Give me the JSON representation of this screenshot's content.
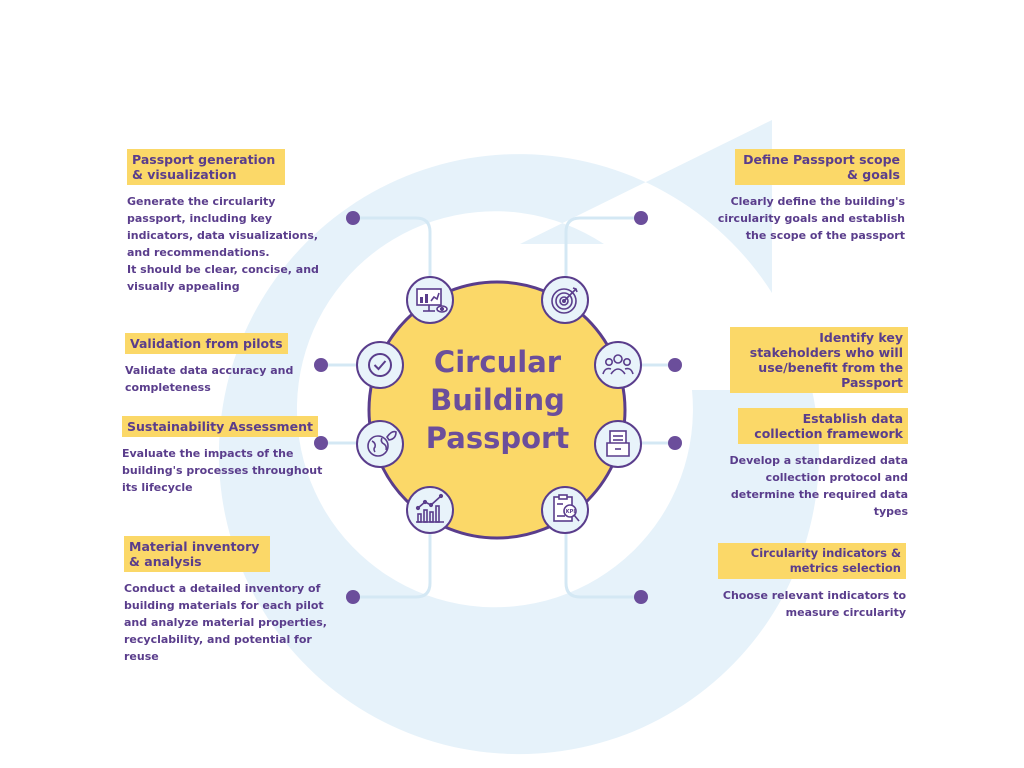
{
  "center": {
    "title_lines": [
      "Circular",
      "Building",
      "Passport"
    ]
  },
  "steps": {
    "passport_generation": {
      "label": "Passport generation & visualization",
      "lines": [
        "Generate the circularity",
        "passport, including key",
        "indicators, data visualizations,",
        "and recommendations.",
        "It should be clear, concise, and",
        "visually appealing"
      ]
    },
    "validation": {
      "label": "Validation from pilots",
      "lines": [
        "Validate data accuracy and",
        "completeness"
      ]
    },
    "sustainability": {
      "label": "Sustainability Assessment",
      "lines": [
        "Evaluate the impacts of the",
        "building's processes throughout",
        "its lifecycle"
      ]
    },
    "material_inventory": {
      "label": "Material inventory & analysis",
      "lines": [
        "Conduct a detailed inventory of",
        "building materials for each pilot",
        "and analyze material properties,",
        "recyclability, and potential for",
        "reuse"
      ]
    },
    "define_scope": {
      "label": "Define Passport scope & goals",
      "lines": [
        "Clearly define the building's",
        "circularity goals and establish",
        "the scope of the passport"
      ]
    },
    "stakeholders": {
      "label": "Identify key stakeholders who will use/benefit from the Passport",
      "lines": []
    },
    "data_framework": {
      "label": "Establish data collection framework",
      "lines": [
        "Develop a standardized data",
        "collection protocol and",
        "determine the required data",
        "types"
      ]
    },
    "indicators": {
      "label": "Circularity indicators & metrics selection",
      "lines": [
        "Choose relevant indicators to",
        "measure circularity"
      ]
    }
  },
  "icons": [
    "presentation-chart-icon",
    "target-icon",
    "checkmark-icon",
    "people-group-icon",
    "globe-leaf-icon",
    "documents-folder-icon",
    "growth-chart-icon",
    "kpi-report-icon"
  ],
  "colors": {
    "accent_yellow": "#fbd868",
    "text_purple": "#5a3d8c",
    "dot_purple": "#6b4e9b",
    "light_blue": "#e8f3fa",
    "connector_blue": "#d4e8f4"
  }
}
